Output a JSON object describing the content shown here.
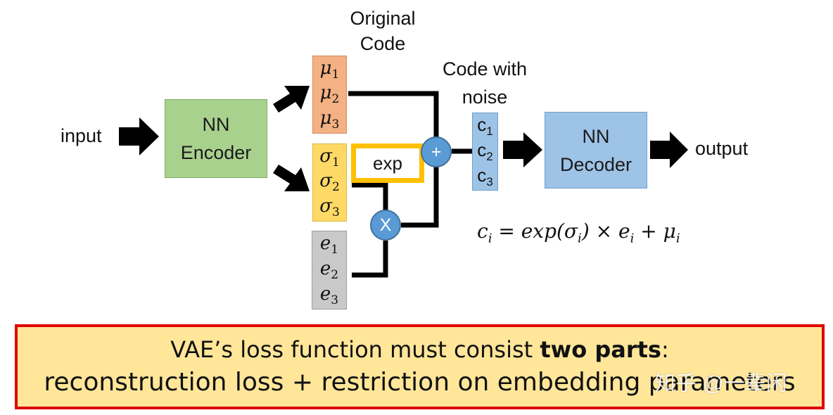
{
  "labels": {
    "input": "input",
    "output": "output",
    "original_code_1": "Original",
    "original_code_2": "Code",
    "code_noise_1": "Code with",
    "code_noise_2": "noise",
    "exp": "exp",
    "plus": "+",
    "times": "X"
  },
  "encoder": {
    "line1": "NN",
    "line2": "Encoder"
  },
  "decoder": {
    "line1": "NN",
    "line2": "Decoder"
  },
  "mu": {
    "symbol": "μ",
    "subs": [
      "1",
      "2",
      "3"
    ]
  },
  "sigma": {
    "symbol": "σ",
    "subs": [
      "1",
      "2",
      "3"
    ]
  },
  "e": {
    "symbol": "e",
    "subs": [
      "1",
      "2",
      "3"
    ]
  },
  "c": {
    "symbol": "c",
    "subs": [
      "1",
      "2",
      "3"
    ]
  },
  "formula": {
    "lhs": "c",
    "lhs_sub": "i",
    "eq": " = exp(σ",
    "sig_sub": "i",
    "mid": ") × e",
    "e_sub": "i",
    "plus": " + μ",
    "mu_sub": "i"
  },
  "note": {
    "line1_pre": "VAE’s loss function must consist ",
    "line1_bold": "two parts",
    "line1_post": ":",
    "line2": "reconstruction loss + restriction on embedding parameters"
  },
  "watermark": "知乎 @一辈闲",
  "colors": {
    "encoder": "#a9d18e",
    "decoder": "#9dc3e6",
    "mu": "#f4b183",
    "sigma": "#ffd966",
    "e": "#c9c9c9",
    "exp_border": "#ffc000",
    "circle": "#5b9bd5",
    "note_bg": "#ffe699",
    "note_border": "#e00000"
  }
}
